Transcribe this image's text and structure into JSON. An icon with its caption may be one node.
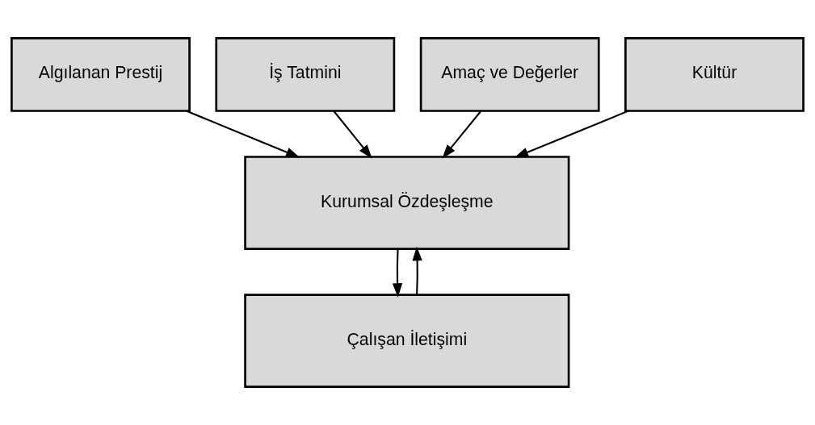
{
  "diagram": {
    "nodes": [
      {
        "text": [
          "Algılanan Prestij"
        ]
      },
      {
        "text": [
          "İş Tatmini"
        ]
      },
      {
        "text": [
          "Amaç ve Değerler"
        ]
      },
      {
        "text": [
          "Kültür"
        ]
      },
      {
        "text": [
          "Kurumsal Özdeşleşme"
        ]
      },
      {
        "text": [
          "Çalışan İletişimi"
        ]
      }
    ],
    "edges": [
      {
        "from": 0,
        "to": 4,
        "arrow": "to"
      },
      {
        "from": 1,
        "to": 4,
        "arrow": "to"
      },
      {
        "from": 2,
        "to": 4,
        "arrow": "to"
      },
      {
        "from": 3,
        "to": 4,
        "arrow": "to"
      },
      {
        "from": 4,
        "to": 5,
        "arrow": "to"
      },
      {
        "from": 5,
        "to": 4,
        "arrow": "to"
      }
    ]
  }
}
